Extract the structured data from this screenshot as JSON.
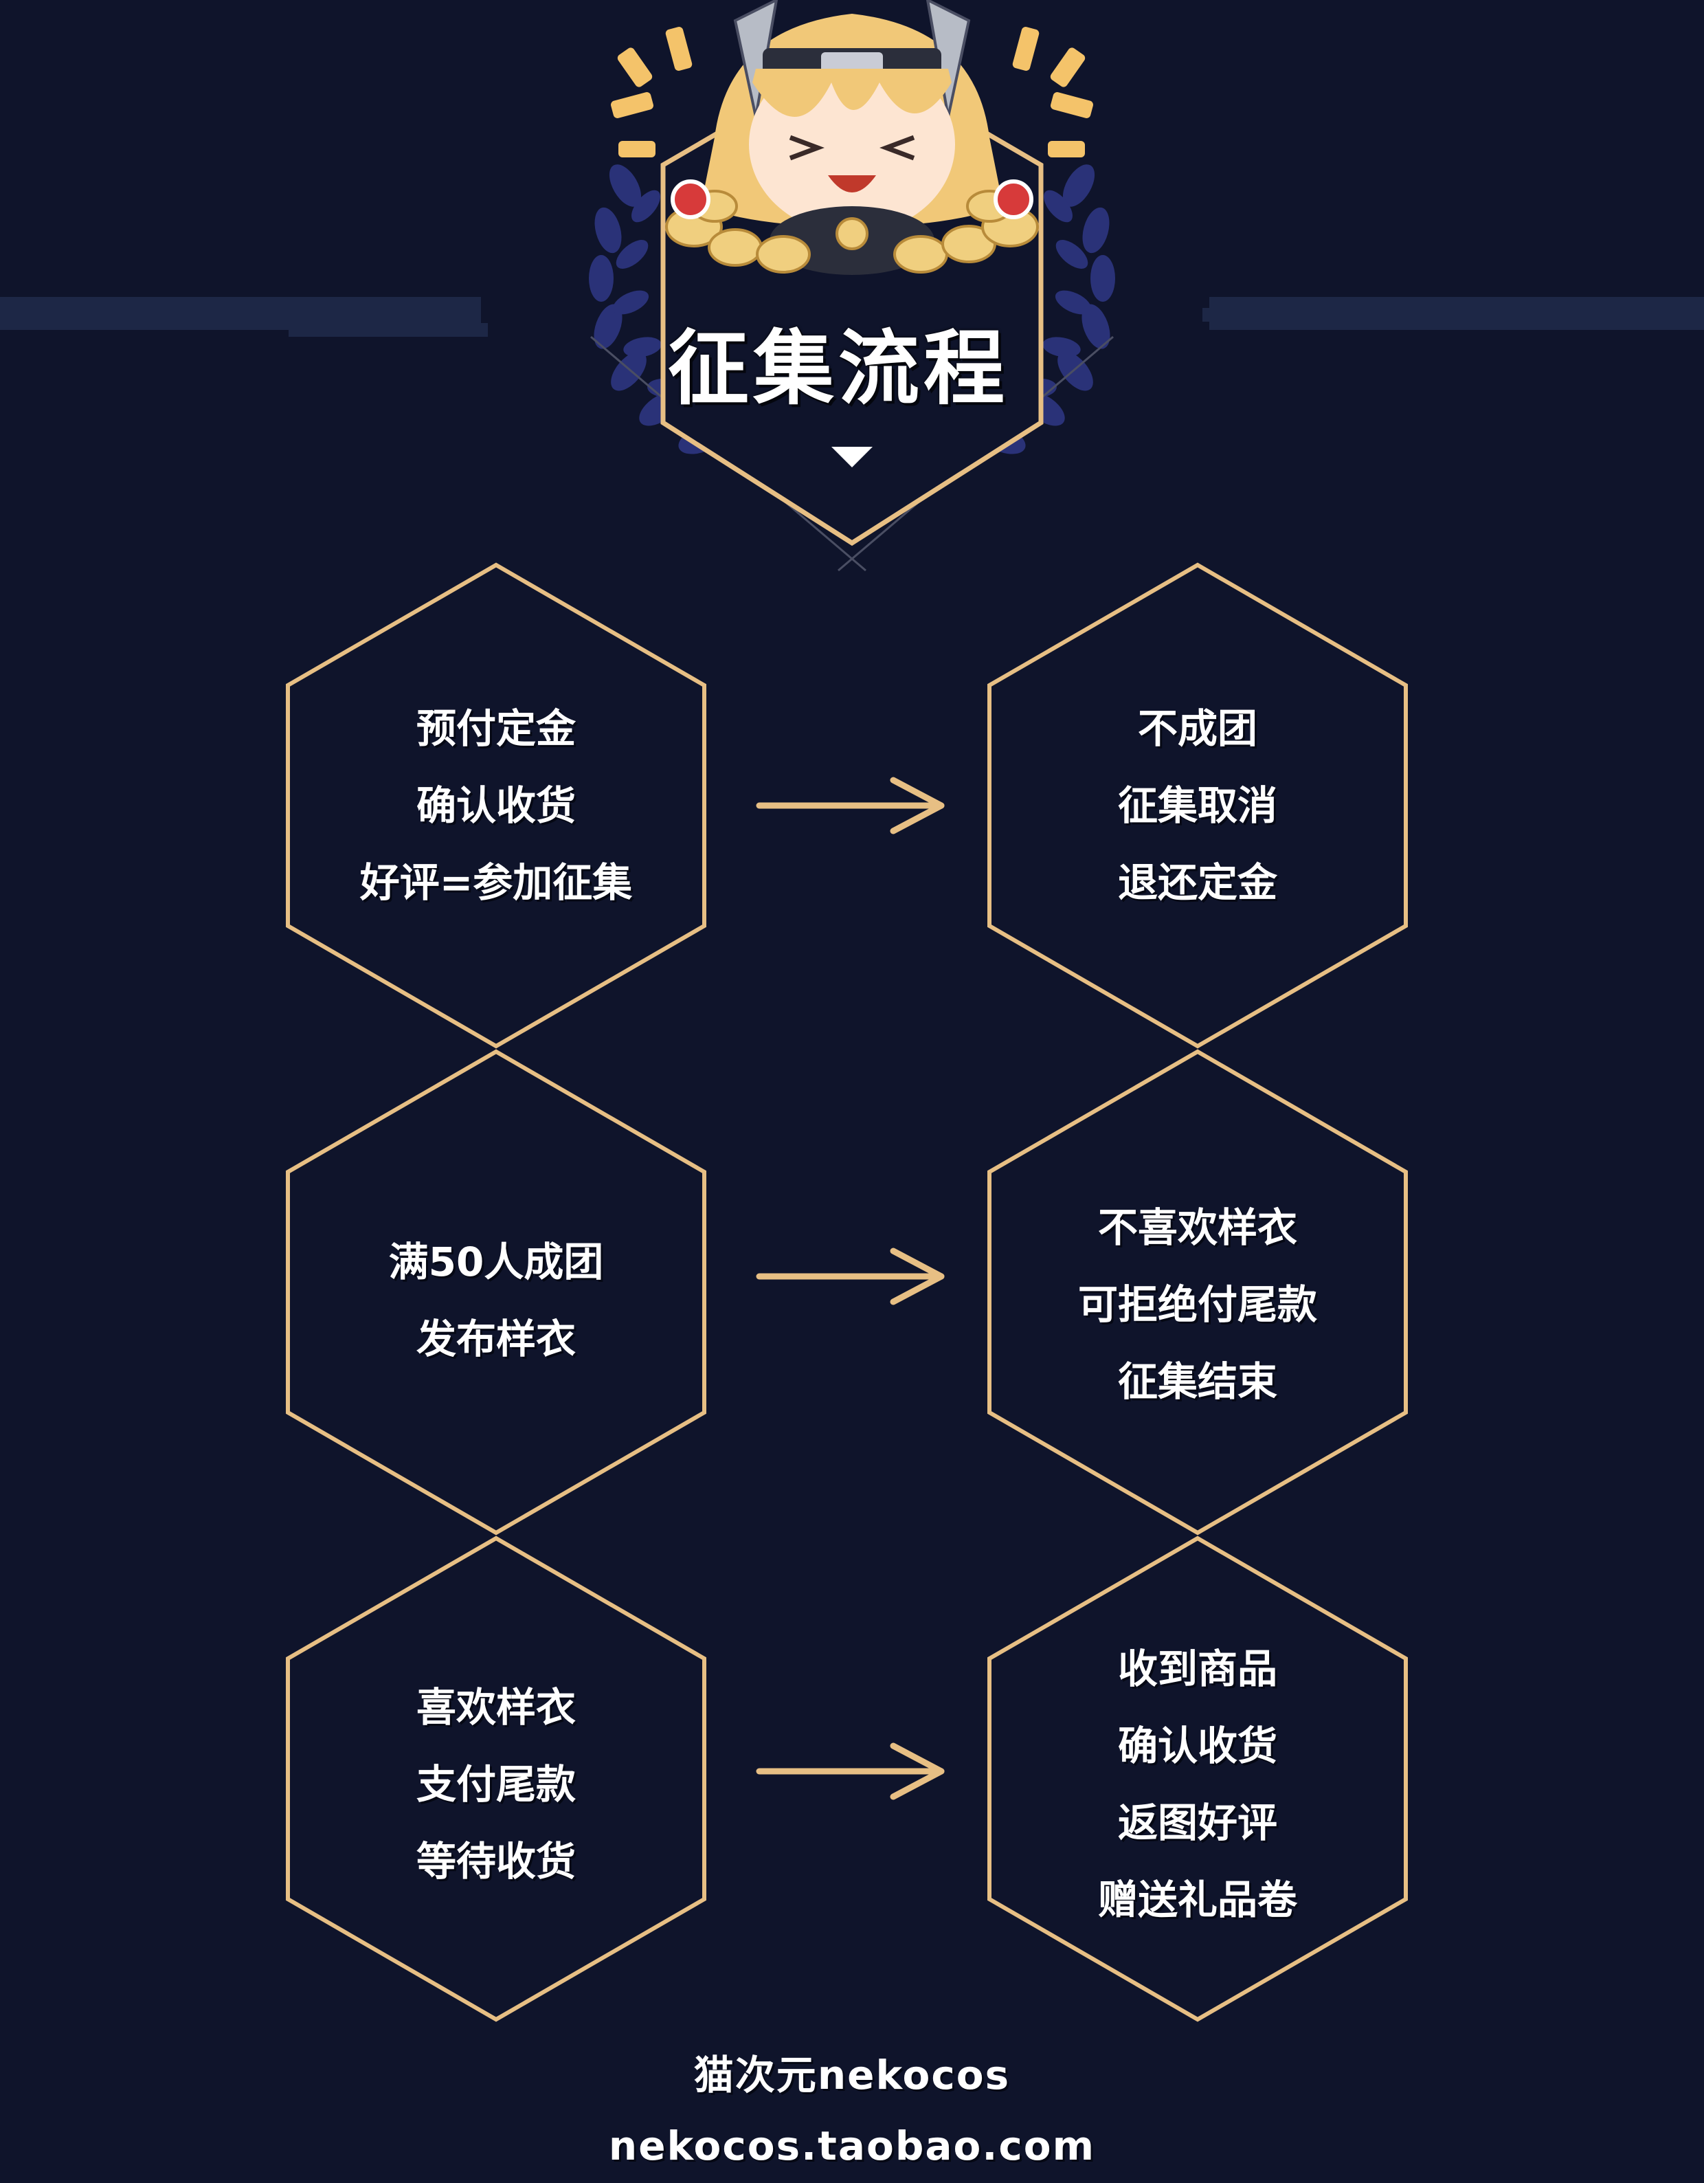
{
  "header": {
    "title": "征集流程"
  },
  "steps": [
    {
      "left": {
        "lines": [
          "预付定金",
          "确认收货",
          "好评=参加征集"
        ]
      },
      "right": {
        "lines": [
          "不成团",
          "征集取消",
          "退还定金"
        ]
      }
    },
    {
      "left": {
        "lines": [
          "满50人成团",
          "发布样衣"
        ]
      },
      "right": {
        "lines": [
          "不喜欢样衣",
          "可拒绝付尾款",
          "征集结束"
        ]
      }
    },
    {
      "left": {
        "lines": [
          "喜欢样衣",
          "支付尾款",
          "等待收货"
        ]
      },
      "right": {
        "lines": [
          "收到商品",
          "确认收货",
          "返图好评",
          "赠送礼品卷"
        ]
      }
    }
  ],
  "footer": {
    "shop_name": "猫次元nekocos",
    "url": "nekocos.taobao.com"
  },
  "colors": {
    "background": "#0f142b",
    "accent_gold": "#e7bf84",
    "text": "#ffffff",
    "laurel": "#2a3278"
  }
}
